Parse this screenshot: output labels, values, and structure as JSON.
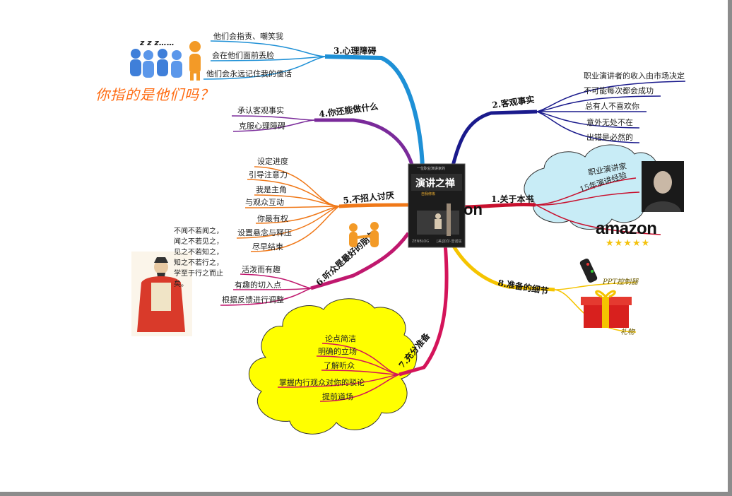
{
  "center_book": {
    "title": "演讲之禅",
    "tagline_1": "一位职业演讲家的",
    "tagline_2": "自我修炼",
    "bottom_left": "ZENBLOG",
    "bottom_right": "[美]加尔·雷诺兹"
  },
  "branches": [
    {
      "label": "1.关于本书",
      "color": "#c8102e",
      "children": [
        "职业演讲家",
        "15年演讲经验"
      ]
    },
    {
      "label": "2.客观事实",
      "color": "#1a1a8c",
      "children": [
        "职业演讲者的收入由市场决定",
        "不可能每次都会成功",
        "总有人不喜欢你",
        "意外无处不在",
        "出错是必然的"
      ]
    },
    {
      "label": "3.心理障碍",
      "color": "#1e90d6",
      "children": [
        "他们会指责、嘲笑我",
        "会在他们面前丢脸",
        "他们会永远记住我的傻话"
      ]
    },
    {
      "label": "4.你还能做什么",
      "color": "#7a2a9a",
      "children": [
        "承认客观事实",
        "克服心理障碍"
      ]
    },
    {
      "label": "5.不招人讨厌",
      "color": "#f07818",
      "children": [
        "设定进度",
        "引导注意力",
        "我是主角",
        "与观众互动",
        "你最有权",
        "设置悬念与释压",
        "尽早结束"
      ]
    },
    {
      "label": "6.听众是最好的朋友",
      "color": "#c0186e",
      "children": [
        "活泼而有趣",
        "有趣的切入点",
        "根据反馈进行调整"
      ]
    },
    {
      "label": "7.充分准备",
      "color": "#d4145a",
      "children": [
        "论点简洁",
        "明确的立场",
        "了解听众",
        "掌握内行观众对你的驳论",
        "提前道场"
      ]
    },
    {
      "label": "8.准备的细节",
      "color": "#f5c400",
      "children": [
        "PPT控制器",
        "礼物"
      ]
    }
  ],
  "caption": "你指的是他们吗？",
  "zzz": "z z z……",
  "quote": "不闻不若闻之，闻之不若见之，见之不若知之，知之不若行之，学至于行之而止矣。",
  "amazon": "amazon",
  "stars": "★★★★★",
  "on_text": "on",
  "colors": {
    "cloud_blue": "#c8ecf6",
    "cloud_yellow": "#ffff00",
    "frame": "#8c8c8c"
  }
}
